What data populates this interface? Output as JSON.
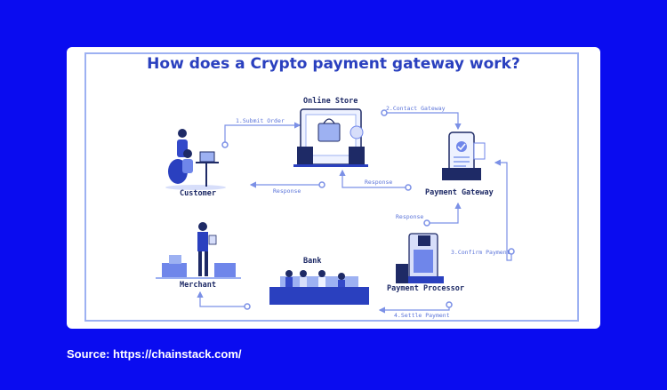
{
  "title": "How does a Crypto payment gateway work?",
  "source": "Source: https://chainstack.com/",
  "nodes": {
    "online_store": "Online Store",
    "customer": "Customer",
    "payment_gateway": "Payment Gateway",
    "bank": "Bank",
    "merchant": "Merchant",
    "payment_processor": "Payment Processor"
  },
  "edges": {
    "submit_order": "1.Submit Order",
    "contact_gateway": "2.Contact Gateway",
    "response_store_customer": "Response",
    "response_gateway_store": "Response",
    "response_processor_gateway": "Response",
    "confirm_payment": "3.Confirm Payment",
    "settle_payment": "4.Settle Payment"
  },
  "colors": {
    "background": "#0a0cf0",
    "card": "#ffffff",
    "accent": "#2a40bf",
    "line": "#7b90e6"
  }
}
